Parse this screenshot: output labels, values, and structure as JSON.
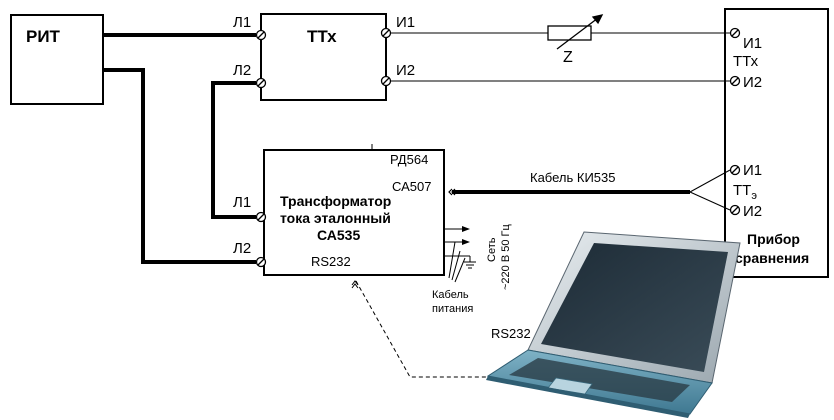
{
  "rit": {
    "label": "РИТ"
  },
  "ttx": {
    "label": "ТТх",
    "in1": "Л1",
    "in2": "Л2",
    "out1": "И1",
    "out2": "И2"
  },
  "impedance": {
    "label": "Z"
  },
  "etalon": {
    "title_line1": "Трансформатор",
    "title_line2": "тока эталонный",
    "title_line3": "СА535",
    "rd_label": "РД564",
    "ca_label": "СА507",
    "rs_label": "RS232",
    "in1": "Л1",
    "in2": "Л2"
  },
  "cable_ki": {
    "label": "Кабель КИ535"
  },
  "network": {
    "line1": "Сеть",
    "line2": "~220 В 50 Гц"
  },
  "power_cable": {
    "line1": "Кабель",
    "line2": "питания"
  },
  "rs_link": {
    "label": "RS232"
  },
  "device": {
    "ttx_i1": "И1",
    "ttx_label": "ТТх",
    "ttx_i2": "И2",
    "tte_i1": "И1",
    "tte_label": "ТТ",
    "tte_sub": "э",
    "tte_i2": "И2",
    "name_line1": "Прибор",
    "name_line2": "сравнения"
  },
  "laptop": {
    "icon": "laptop-icon"
  }
}
